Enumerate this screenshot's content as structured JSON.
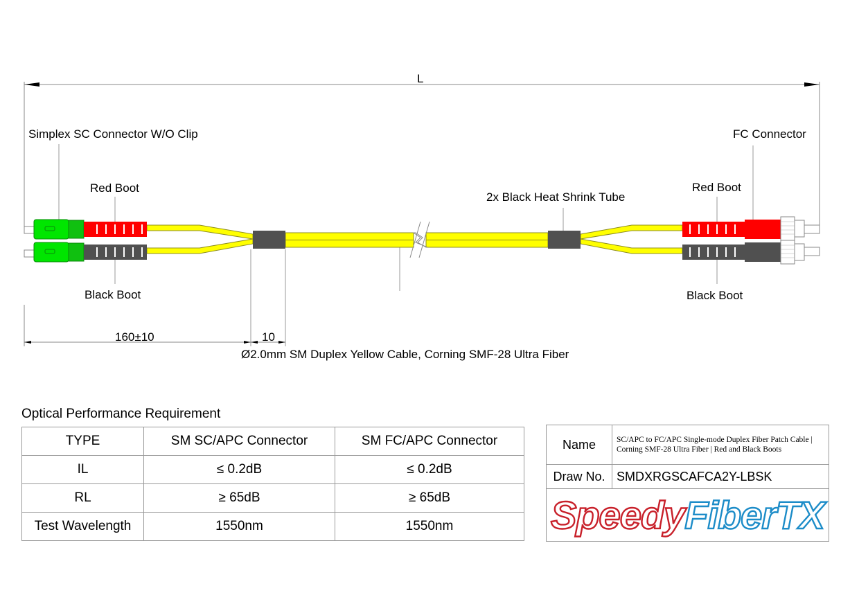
{
  "diagram": {
    "length_label": "L",
    "labels": {
      "left_connector": "Simplex SC Connector W/O Clip",
      "left_red_boot": "Red Boot",
      "left_black_boot": "Black Boot",
      "right_connector": "FC Connector",
      "right_red_boot": "Red Boot",
      "right_black_boot": "Black Boot",
      "heat_shrink": "2x Black Heat Shrink Tube",
      "cable_desc": "Ø2.0mm SM Duplex Yellow Cable, Corning SMF-28 Ultra Fiber"
    },
    "dimensions": {
      "breakout": "160±10",
      "tube": "10"
    },
    "colors": {
      "cable": "#ffff00",
      "sc_connector": "#00e600",
      "red_boot": "#ff0000",
      "black_boot": "#505050",
      "heat_shrink": "#505050"
    }
  },
  "performance": {
    "title": "Optical Performance Requirement",
    "headers": [
      "TYPE",
      "SM SC/APC Connector",
      "SM FC/APC Connector"
    ],
    "rows": [
      [
        "IL",
        "≤ 0.2dB",
        "≤ 0.2dB"
      ],
      [
        "RL",
        "≥ 65dB",
        "≥ 65dB"
      ],
      [
        "Test Wavelength",
        "1550nm",
        "1550nm"
      ]
    ]
  },
  "info": {
    "name_label": "Name",
    "name_value": "SC/APC to FC/APC Single-mode Duplex Fiber Patch Cable | Corning SMF-28 Ultra Fiber | Red and Black Boots",
    "draw_label": "Draw No.",
    "draw_value": "SMDXRGSCAFCA2Y-LBSK",
    "logo_part1": "Speedy",
    "logo_part2": "FiberTX"
  }
}
